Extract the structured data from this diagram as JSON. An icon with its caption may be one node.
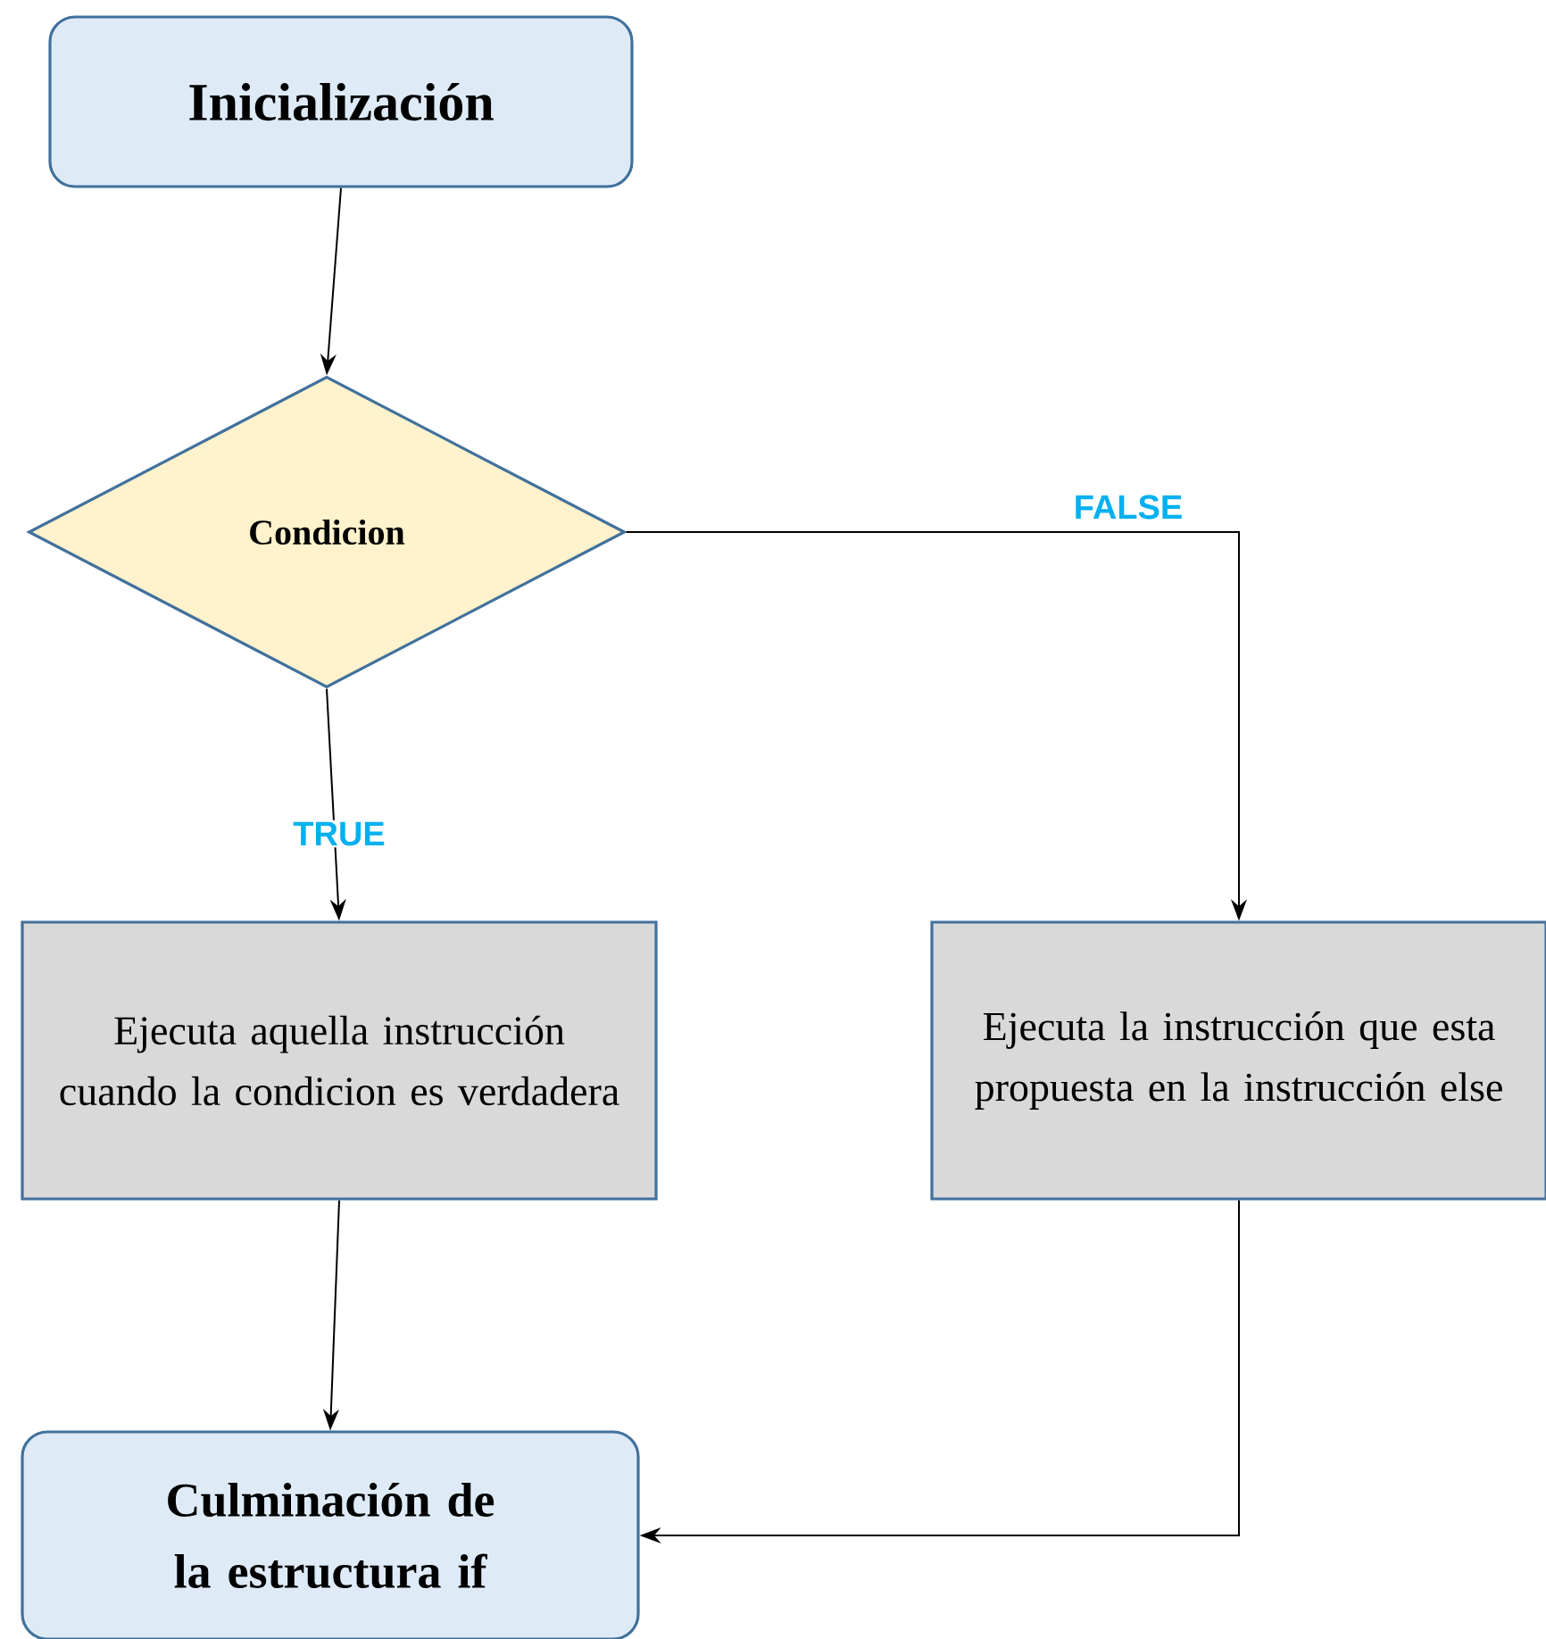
{
  "diagram": {
    "nodes": [
      {
        "text": [
          "Inicialización"
        ]
      },
      {
        "text": [
          "Condicion"
        ]
      },
      {
        "text": [
          "Ejecuta aquella instrucción cuando la condicion es verdadera"
        ]
      },
      {
        "text": [
          "Ejecuta la instrucción que esta propuesta en la instrucción else"
        ]
      },
      {
        "text": [
          "Culminación de la estructura if"
        ]
      }
    ],
    "edges": [
      {
        "from": 0,
        "to": 1,
        "arrow": "to"
      },
      {
        "from": 1,
        "to": 2,
        "arrow": "to",
        "label": "TRUE"
      },
      {
        "from": 1,
        "to": 3,
        "arrow": "to",
        "label": "FALSE"
      },
      {
        "from": 2,
        "to": 4,
        "arrow": "to"
      },
      {
        "from": 3,
        "to": 4,
        "arrow": "to"
      }
    ]
  }
}
